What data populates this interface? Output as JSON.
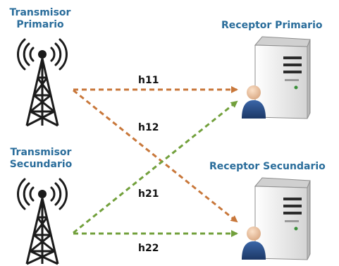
{
  "nodes": {
    "primary_transmitter": {
      "line1": "Transmisor",
      "line2": "Primario"
    },
    "secondary_transmitter": {
      "line1": "Transmisor",
      "line2": "Secundario"
    },
    "primary_receiver": {
      "label": "Receptor Primario"
    },
    "secondary_receiver": {
      "label": "Receptor Secundario"
    }
  },
  "channels": {
    "h11": "h11",
    "h12": "h12",
    "h21": "h21",
    "h22": "h22"
  },
  "colors": {
    "label_blue": "#2a6d9b",
    "primary_link": "#c8773a",
    "secondary_link": "#72a03c",
    "tower": "#1b1b1b",
    "server_body": "#e6e6e6",
    "user": "#1f3f73"
  },
  "icons": {
    "transmitter": "antenna-tower-icon",
    "receiver": "server-with-user-icon"
  }
}
